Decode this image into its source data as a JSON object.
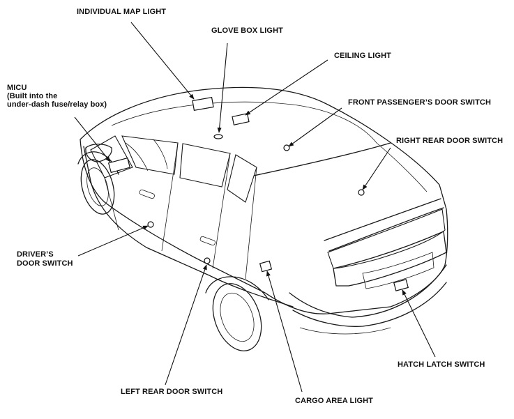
{
  "diagram": {
    "labels": {
      "individual_map_light": "INDIVIDUAL MAP LIGHT",
      "glove_box_light": "GLOVE BOX LIGHT",
      "ceiling_light": "CEILING LIGHT",
      "micu_title": "MICU",
      "micu_line2": "(Built into the",
      "micu_line3": "under-dash fuse/relay box)",
      "front_passenger_door_switch": "FRONT PASSENGER’S DOOR SWITCH",
      "right_rear_door_switch": "RIGHT REAR DOOR SWITCH",
      "drivers_line1": "DRIVER’S",
      "drivers_line2": "DOOR SWITCH",
      "hatch_latch_switch": "HATCH LATCH SWITCH",
      "left_rear_door_switch": "LEFT REAR DOOR SWITCH",
      "cargo_area_light": "CARGO AREA LIGHT"
    }
  }
}
